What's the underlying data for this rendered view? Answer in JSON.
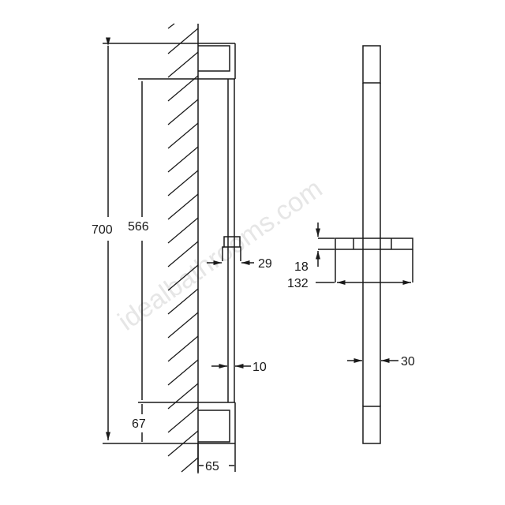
{
  "watermark": "idealbathrooms.com",
  "dimensions": {
    "total_height": "700",
    "rail_length": "566",
    "bottom_offset": "67",
    "wall_projection": "65",
    "slider_depth": "29",
    "rail_depth": "10",
    "slider_height": "18",
    "slider_width": "132",
    "rail_width": "30"
  },
  "colors": {
    "line": "#1a1a1a",
    "watermark": "#e6e6e6",
    "background": "#ffffff"
  }
}
